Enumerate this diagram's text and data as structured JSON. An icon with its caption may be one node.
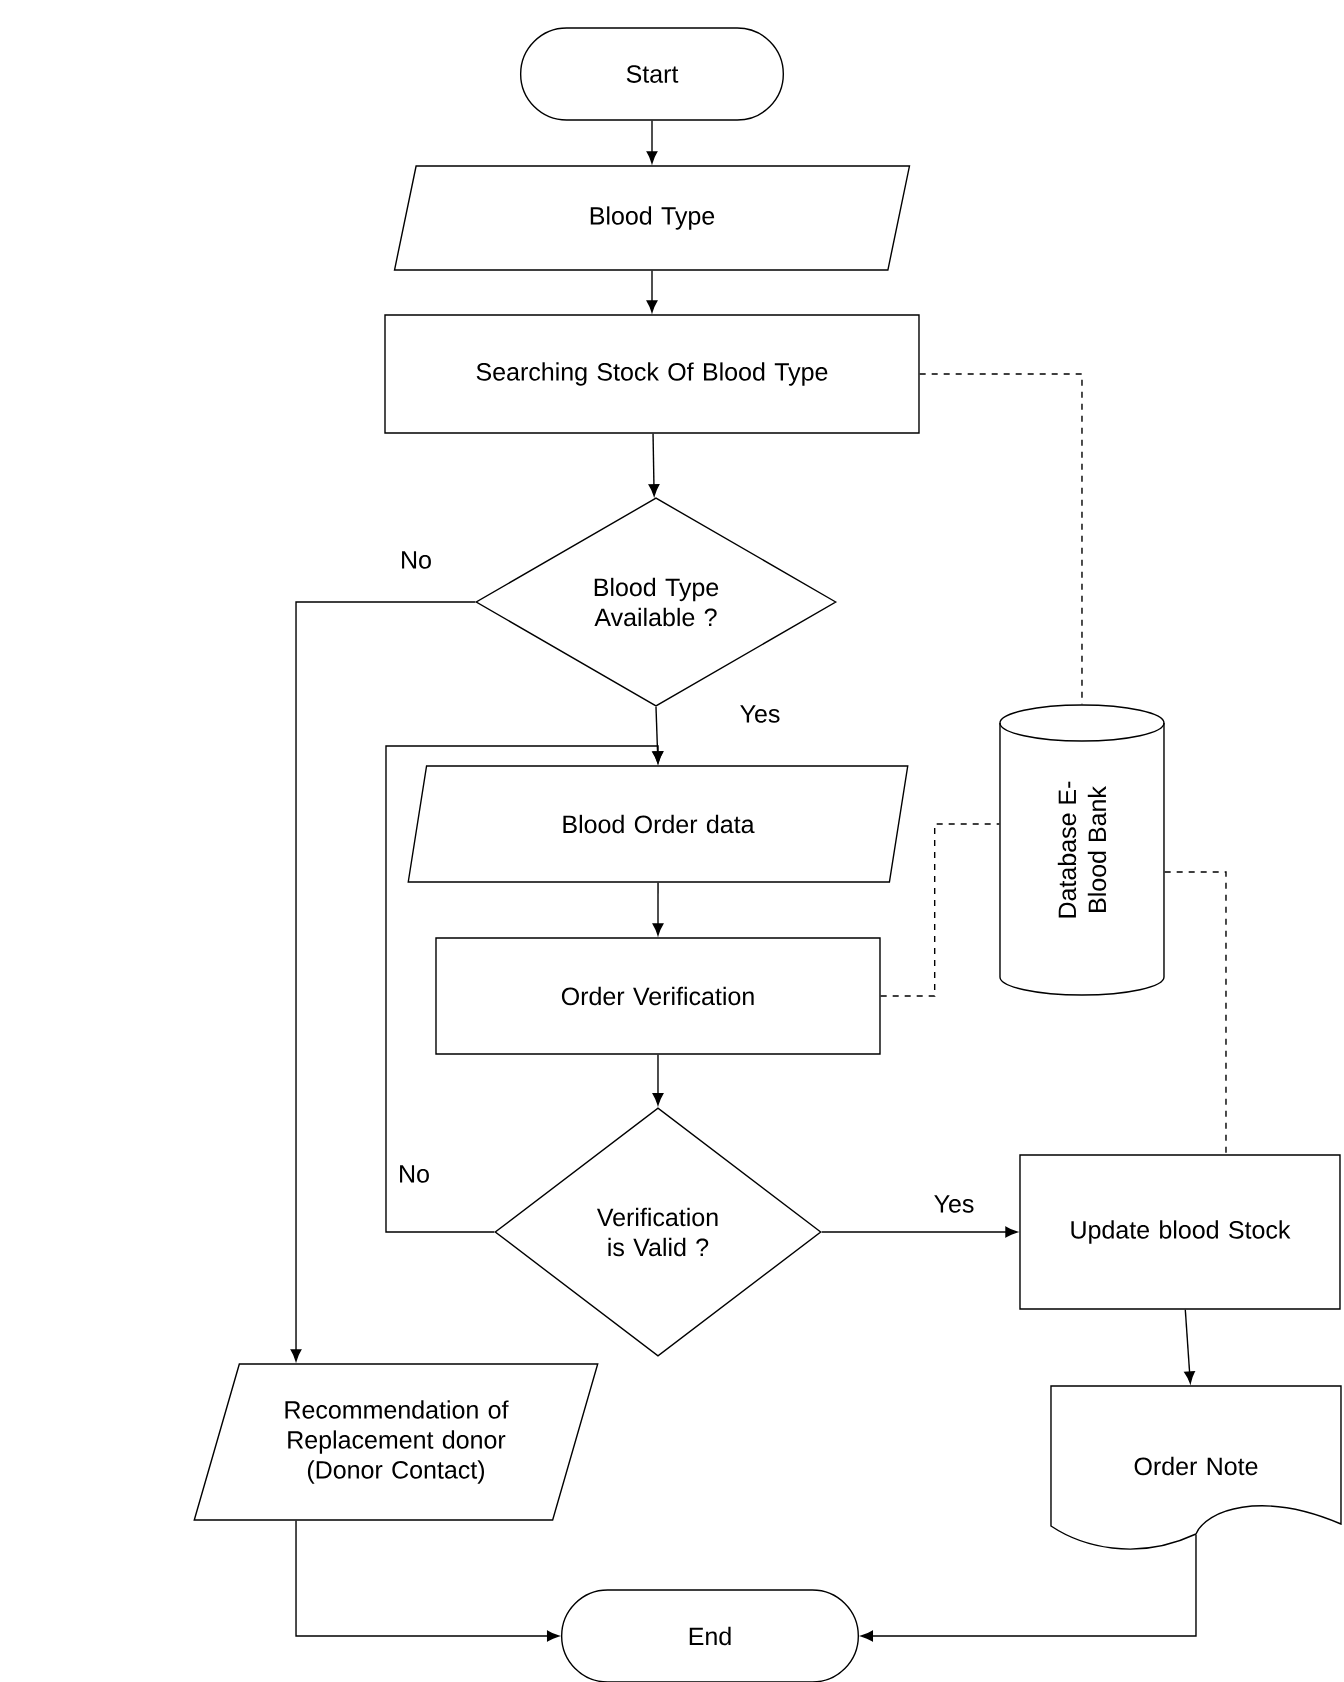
{
  "diagram": {
    "nodes": [
      {
        "text": [
          "Start"
        ]
      },
      {
        "text": [
          "Blood Type"
        ]
      },
      {
        "text": [
          "Searching Stock Of Blood Type"
        ]
      },
      {
        "text": [
          "Blood Type Available ?"
        ]
      },
      {
        "text": [
          "Blood Order data"
        ]
      },
      {
        "text": [
          "Order Verification"
        ]
      },
      {
        "text": [
          "Verification is Valid ?"
        ]
      },
      {
        "text": [
          "Database E- Blood Bank"
        ]
      },
      {
        "text": [
          "Update blood Stock"
        ]
      },
      {
        "text": [
          "Order Note"
        ]
      },
      {
        "text": [
          "Recommendation of Replacement donor (Donor Contact)"
        ]
      },
      {
        "text": [
          "End"
        ]
      }
    ],
    "edges": [
      {
        "from": 0,
        "to": 1,
        "arrow": "to"
      },
      {
        "from": 1,
        "to": 2,
        "arrow": "to"
      },
      {
        "from": 2,
        "to": 3,
        "arrow": "to"
      },
      {
        "from": 3,
        "to": 4,
        "arrow": "to",
        "label": "Yes"
      },
      {
        "from": 3,
        "to": 10,
        "arrow": "to",
        "label": "No"
      },
      {
        "from": 4,
        "to": 5,
        "arrow": "to"
      },
      {
        "from": 5,
        "to": 6,
        "arrow": "to"
      },
      {
        "from": 6,
        "to": 4,
        "arrow": "to",
        "label": "No"
      },
      {
        "from": 6,
        "to": 8,
        "arrow": "to",
        "label": "Yes"
      },
      {
        "from": 8,
        "to": 9,
        "arrow": "to"
      },
      {
        "from": 10,
        "to": 11,
        "arrow": "to"
      },
      {
        "from": 9,
        "to": 11,
        "arrow": "to"
      },
      {
        "from": 2,
        "to": 7,
        "arrow": "none",
        "style": "dashed"
      },
      {
        "from": 5,
        "to": 7,
        "arrow": "none",
        "style": "dashed"
      },
      {
        "from": 7,
        "to": 8,
        "arrow": "none",
        "style": "dashed"
      }
    ]
  }
}
